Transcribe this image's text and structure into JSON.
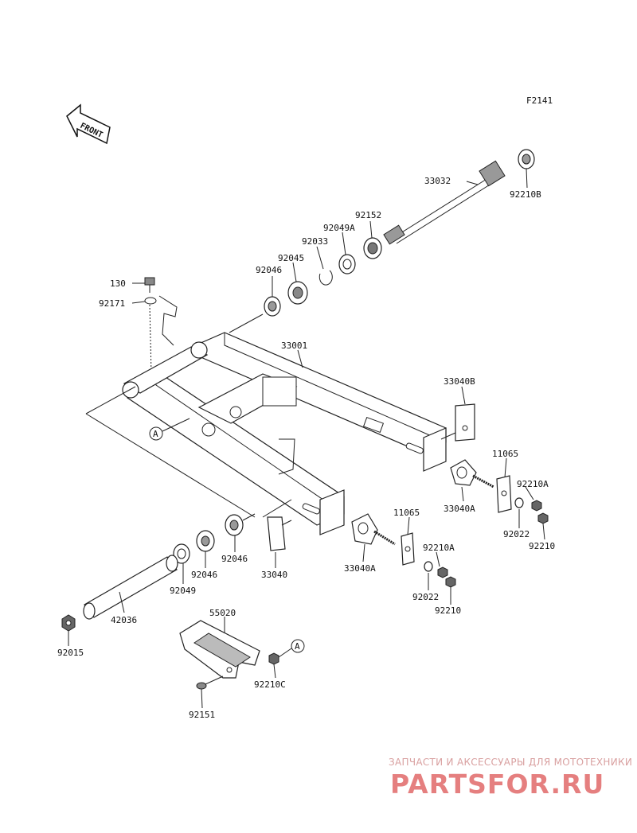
{
  "diagram": {
    "figure_code": "F2141",
    "front_label": "FRONT",
    "ref_marker": "A",
    "parts": {
      "p130": "130",
      "p92171": "92171",
      "p92046_top": "92046",
      "p92045": "92045",
      "p92033": "92033",
      "p92049A": "92049A",
      "p92152": "92152",
      "p33032": "33032",
      "p92210B": "92210B",
      "p33001": "33001",
      "p33040B": "33040B",
      "p11065_right": "11065",
      "p92210A_right": "92210A",
      "p33040A_right": "33040A",
      "p92022_right": "92022",
      "p92210_right": "92210",
      "p11065_mid": "11065",
      "p92210A_mid": "92210A",
      "p33040A_mid": "33040A",
      "p92022_mid": "92022",
      "p92210_mid": "92210",
      "p33040": "33040",
      "p92046_low_right": "92046",
      "p92046_low_left": "92046",
      "p92049": "92049",
      "p42036": "42036",
      "p92015": "92015",
      "p55020": "55020",
      "p92210C": "92210C",
      "p92151": "92151"
    }
  },
  "watermark": {
    "tagline": "ЗАПЧАСТИ И АКСЕССУАРЫ ДЛЯ МОТОТЕХНИКИ",
    "logo": "PARTSFOR.RU",
    "color": "#e57f7f"
  }
}
